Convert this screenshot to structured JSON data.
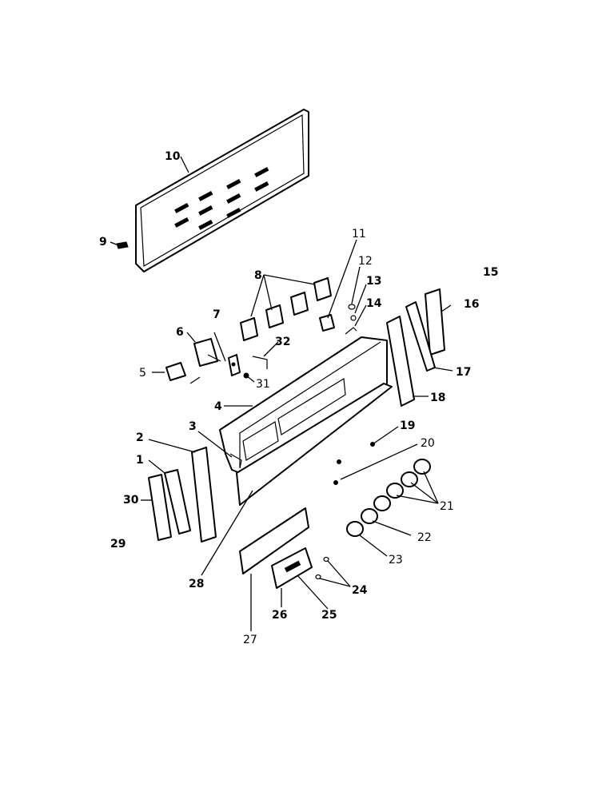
{
  "labels": [
    {
      "id": "1",
      "text": "1",
      "bold": true
    },
    {
      "id": "2",
      "text": "2",
      "bold": true
    },
    {
      "id": "3",
      "text": "3",
      "bold": true
    },
    {
      "id": "4",
      "text": "4",
      "bold": true
    },
    {
      "id": "5",
      "text": "5",
      "bold": false
    },
    {
      "id": "6",
      "text": "6",
      "bold": true
    },
    {
      "id": "7",
      "text": "7",
      "bold": true
    },
    {
      "id": "8",
      "text": "8",
      "bold": true
    },
    {
      "id": "9",
      "text": "9",
      "bold": true
    },
    {
      "id": "10",
      "text": "10",
      "bold": true
    },
    {
      "id": "11",
      "text": "11",
      "bold": false
    },
    {
      "id": "12",
      "text": "12",
      "bold": false
    },
    {
      "id": "13",
      "text": "13",
      "bold": true
    },
    {
      "id": "14",
      "text": "14",
      "bold": true
    },
    {
      "id": "15",
      "text": "15",
      "bold": true
    },
    {
      "id": "16",
      "text": "16",
      "bold": true
    },
    {
      "id": "17",
      "text": "17",
      "bold": true
    },
    {
      "id": "18",
      "text": "18",
      "bold": true
    },
    {
      "id": "19",
      "text": "19",
      "bold": true
    },
    {
      "id": "20",
      "text": "20",
      "bold": false
    },
    {
      "id": "21",
      "text": "21",
      "bold": false
    },
    {
      "id": "22",
      "text": "22",
      "bold": false
    },
    {
      "id": "23",
      "text": "23",
      "bold": false
    },
    {
      "id": "24",
      "text": "24",
      "bold": true
    },
    {
      "id": "25",
      "text": "25",
      "bold": true
    },
    {
      "id": "26",
      "text": "26",
      "bold": true
    },
    {
      "id": "27",
      "text": "27",
      "bold": false
    },
    {
      "id": "28",
      "text": "28",
      "bold": true
    },
    {
      "id": "29",
      "text": "29",
      "bold": true
    },
    {
      "id": "30",
      "text": "30",
      "bold": true
    },
    {
      "id": "31",
      "text": "31",
      "bold": false
    },
    {
      "id": "32",
      "text": "32",
      "bold": true
    }
  ]
}
